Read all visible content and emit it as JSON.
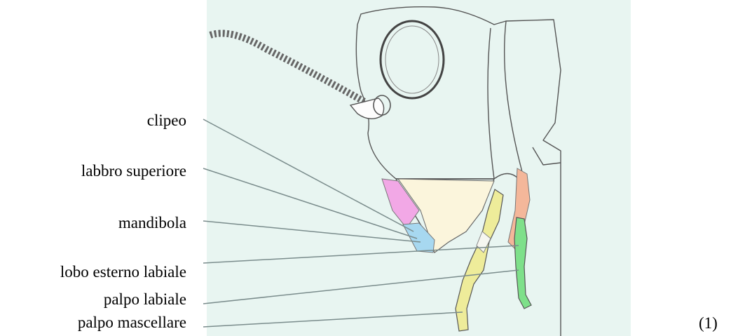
{
  "figure": {
    "background": "#e8f5f1",
    "outline_color": "#555555",
    "leader_color": "#7a8c8c",
    "number": "(1)"
  },
  "labels": [
    {
      "text": "clipeo",
      "part": "clypeus",
      "color": "#f7f0d8"
    },
    {
      "text": "labbro superiore",
      "part": "labrum",
      "color": "#f2a8e6"
    },
    {
      "text": "mandibola",
      "part": "mandible",
      "color": "#a7d8f0"
    },
    {
      "text": "lobo esterno labiale",
      "part": "labial-outer-lobe",
      "color": "#f4b79a"
    },
    {
      "text": "palpo labiale",
      "part": "labial-palp",
      "color": "#7ee08a"
    },
    {
      "text": "palpo mascellare",
      "part": "maxillary-palp",
      "color": "#eeec9a"
    }
  ]
}
